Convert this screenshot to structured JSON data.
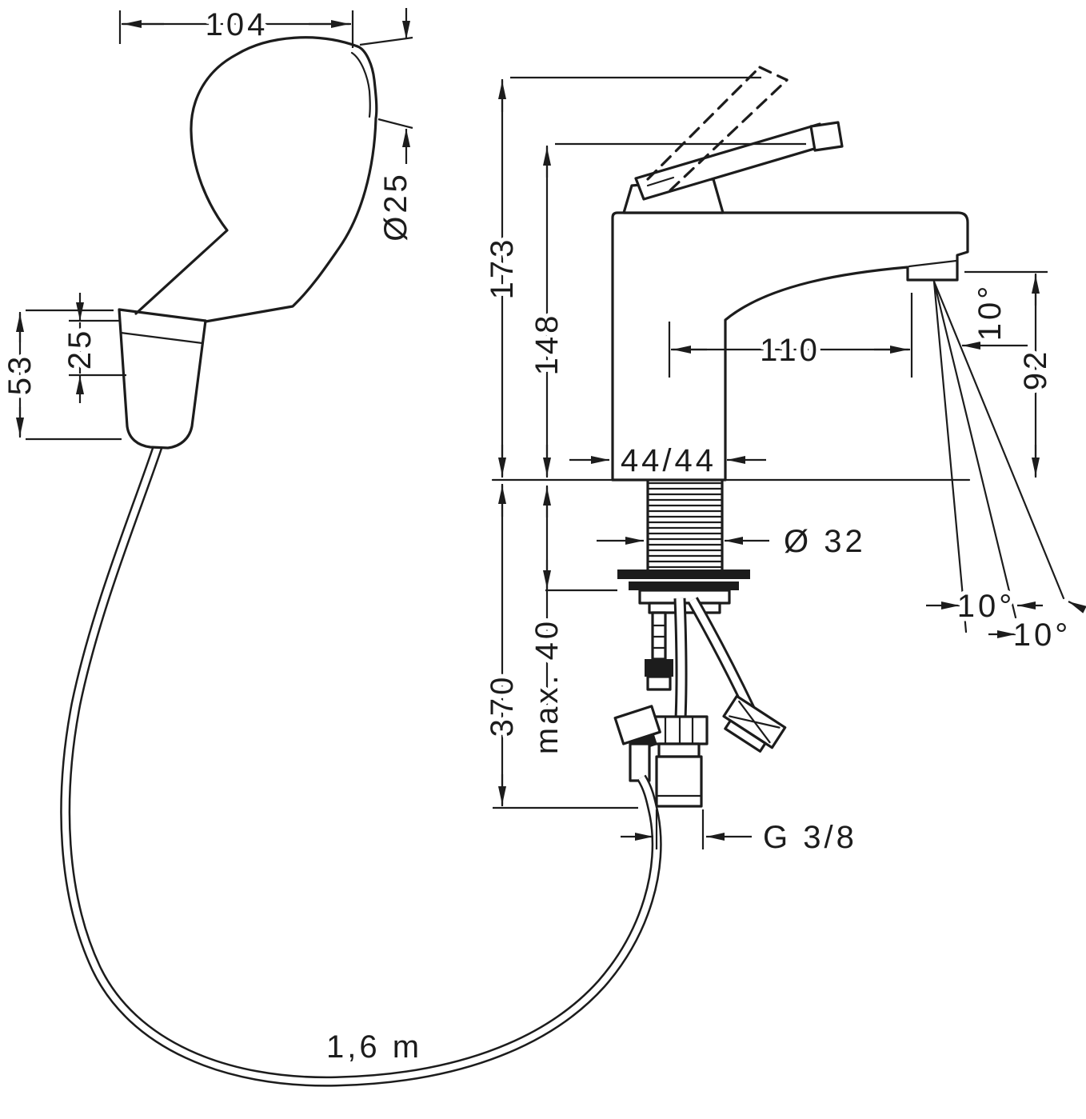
{
  "colors": {
    "ink": "#1c1c1c",
    "background": "#ffffff"
  },
  "labels": {
    "dim104": "104",
    "dia25": "Ø25",
    "dim53": "53",
    "dim25": "25",
    "dim173": "173",
    "dim148": "148",
    "dim110": "110",
    "angle_spout": "10°",
    "dim92": "92",
    "dim4444": "44/44",
    "dia32": "Ø 32",
    "dim370": "370",
    "max40": "max. 40",
    "angle_fan_inner": "10°",
    "angle_fan_outer": "10°",
    "thread": "G 3/8",
    "hose_length": "1,6 m"
  }
}
